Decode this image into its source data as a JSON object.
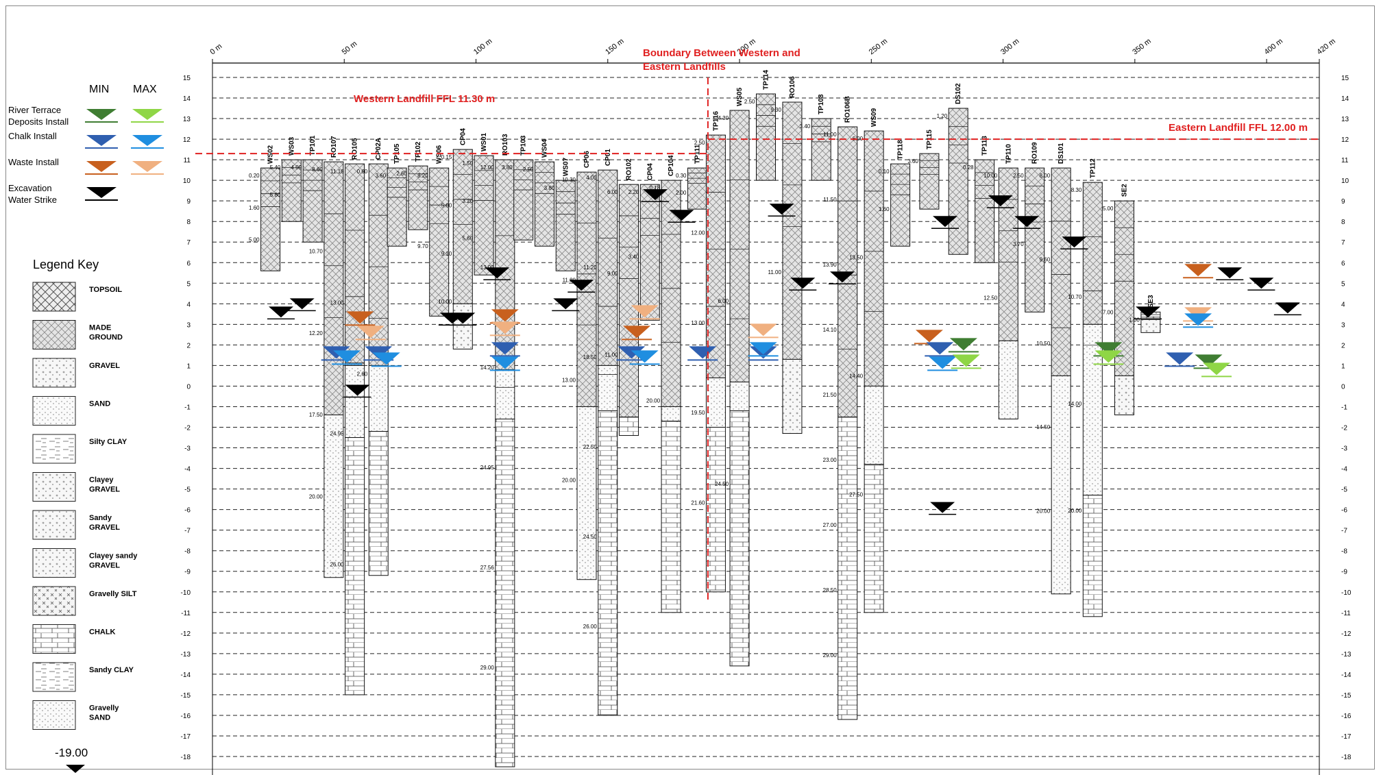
{
  "section": {
    "distance_ticks": [
      "0 m",
      "50 m",
      "100 m",
      "150 m",
      "200 m",
      "250 m",
      "300 m",
      "350 m",
      "400 m",
      "420 m"
    ],
    "distance_values": [
      0,
      50,
      100,
      150,
      200,
      250,
      300,
      350,
      400,
      420
    ],
    "elevation_max": 15,
    "elevation_min": -18,
    "x_range": [
      0,
      420
    ],
    "western_ffl": {
      "label": "Western Landfill FFL 11.30 m",
      "level": 11.3,
      "from": 0,
      "to": 188
    },
    "eastern_ffl": {
      "label": "Eastern Landfill FFL 12.00 m",
      "level": 12.0,
      "from": 188,
      "to": 420
    },
    "boundary": {
      "line1": "Boundary Between Western and",
      "line2": "Eastern Landfills",
      "x": 188,
      "top": 15,
      "bottom": -10.5
    },
    "colors": {
      "ffl": "#e02020",
      "grid": "#222222",
      "river_min": "#3f7d32",
      "river_max": "#8fd646",
      "chalk_min": "#2f5fb0",
      "chalk_max": "#1f8ee0",
      "waste_min": "#c8601e",
      "waste_max": "#f0b080"
    }
  },
  "install_legend": {
    "min_label": "MIN",
    "max_label": "MAX",
    "rows": [
      {
        "label_1": "River Terrace",
        "label_2": "Deposits Install",
        "min_color": "#3f7d32",
        "max_color": "#8fd646"
      },
      {
        "label_1": "Chalk Install",
        "label_2": "",
        "min_color": "#2f5fb0",
        "max_color": "#1f8ee0"
      },
      {
        "label_1": "Waste Install",
        "label_2": "",
        "min_color": "#c8601e",
        "max_color": "#f0b080"
      },
      {
        "label_1": "Excavation",
        "label_2": "Water Strike",
        "min_color": "#000000",
        "max_color": ""
      }
    ]
  },
  "legend_key": {
    "title": "Legend Key",
    "items": [
      {
        "label_1": "TOPSOIL",
        "label_2": "",
        "pattern": "topsoil"
      },
      {
        "label_1": "MADE",
        "label_2": "GROUND",
        "pattern": "made"
      },
      {
        "label_1": "GRAVEL",
        "label_2": "",
        "pattern": "gravel"
      },
      {
        "label_1": "SAND",
        "label_2": "",
        "pattern": "sand"
      },
      {
        "label_1": "Silty CLAY",
        "label_2": "",
        "pattern": "siltyclay"
      },
      {
        "label_1": "Clayey",
        "label_2": "GRAVEL",
        "pattern": "gravel"
      },
      {
        "label_1": "Sandy",
        "label_2": "GRAVEL",
        "pattern": "gravel"
      },
      {
        "label_1": "Clayey sandy",
        "label_2": "GRAVEL",
        "pattern": "gravel"
      },
      {
        "label_1": "Gravelly SILT",
        "label_2": "",
        "pattern": "silt"
      },
      {
        "label_1": "CHALK",
        "label_2": "",
        "pattern": "chalk"
      },
      {
        "label_1": "Sandy CLAY",
        "label_2": "",
        "pattern": "siltyclay"
      },
      {
        "label_1": "Gravelly",
        "label_2": "SAND",
        "pattern": "sand"
      }
    ],
    "bottom_note": "-19.00"
  },
  "boreholes": [
    {
      "name": "WS02",
      "x": 22,
      "top": 10.6,
      "layers": [
        [
          "made",
          5.6
        ]
      ],
      "depths": [
        "0.20",
        "1.60",
        "5.00"
      ]
    },
    {
      "name": "WS03",
      "x": 30,
      "top": 11.0,
      "layers": [
        [
          "made",
          8.0
        ]
      ],
      "depths": [
        "5.40",
        "5.80"
      ]
    },
    {
      "name": "TP101",
      "x": 38,
      "top": 11.0,
      "layers": [
        [
          "made",
          7.0
        ]
      ],
      "depths": [
        "4.00"
      ]
    },
    {
      "name": "RO107",
      "x": 46,
      "top": 10.9,
      "layers": [
        [
          "made",
          -1.4
        ],
        [
          "sand",
          -9.3
        ]
      ],
      "depths": [
        "8.60",
        "10.70",
        "12.20",
        "17.50",
        "20.00"
      ]
    },
    {
      "name": "RO105",
      "x": 54,
      "top": 10.8,
      "layers": [
        [
          "made",
          1.0
        ],
        [
          "sand",
          -2.5
        ],
        [
          "chalk",
          -15.0
        ]
      ],
      "depths": [
        "11.16",
        "13.00",
        "24.95",
        "26.00"
      ]
    },
    {
      "name": "CP02A",
      "x": 63,
      "top": 10.8,
      "layers": [
        [
          "made",
          1.0
        ],
        [
          "sand",
          -2.2
        ],
        [
          "chalk",
          -9.2
        ]
      ],
      "depths": [
        "0.60",
        "2.60"
      ]
    },
    {
      "name": "TP105",
      "x": 70,
      "top": 10.6,
      "layers": [
        [
          "made",
          6.8
        ]
      ],
      "depths": [
        "3.60"
      ]
    },
    {
      "name": "TP102",
      "x": 78,
      "top": 10.7,
      "layers": [
        [
          "made",
          7.6
        ]
      ],
      "depths": [
        "2.60"
      ]
    },
    {
      "name": "WS06",
      "x": 86,
      "top": 10.6,
      "layers": [
        [
          "made",
          3.4
        ]
      ],
      "depths": [
        "8.20",
        "9.70"
      ]
    },
    {
      "name": "CP04",
      "x": 95,
      "top": 11.5,
      "layers": [
        [
          "made",
          4.0
        ],
        [
          "gravel",
          1.8
        ]
      ],
      "depths": [
        "0.15",
        "5.00",
        "9.10",
        "10.00"
      ]
    },
    {
      "name": "WS01",
      "x": 103,
      "top": 11.2,
      "layers": [
        [
          "made",
          5.4
        ]
      ],
      "depths": [
        "1.50",
        "3.20",
        "5.60"
      ]
    },
    {
      "name": "RO103",
      "x": 111,
      "top": 11.0,
      "layers": [
        [
          "made",
          0.8
        ],
        [
          "sand",
          -1.6
        ],
        [
          "chalk",
          -18.5
        ]
      ],
      "depths": [
        "12.00",
        "13.00",
        "14.20",
        "24.95",
        "27.56",
        "29.00"
      ]
    },
    {
      "name": "TP103",
      "x": 118,
      "top": 11.0,
      "layers": [
        [
          "made",
          7.1
        ]
      ],
      "depths": [
        "3.80"
      ]
    },
    {
      "name": "WS04",
      "x": 126,
      "top": 10.9,
      "layers": [
        [
          "made",
          6.8
        ]
      ],
      "depths": [
        "2.50"
      ]
    },
    {
      "name": "WS07",
      "x": 134,
      "top": 10.0,
      "layers": [
        [
          "made",
          5.6
        ]
      ],
      "depths": [
        "3.80"
      ]
    },
    {
      "name": "CP06",
      "x": 142,
      "top": 10.4,
      "layers": [
        [
          "made",
          -1.0
        ],
        [
          "sand",
          -9.4
        ]
      ],
      "depths": [
        "10.30",
        "11.80",
        "13.00",
        "20.00"
      ]
    },
    {
      "name": "CP01",
      "x": 150,
      "top": 10.5,
      "layers": [
        [
          "made",
          1.0
        ],
        [
          "sand",
          -1.2
        ],
        [
          "chalk",
          -16.0
        ]
      ],
      "depths": [
        "4.00",
        "11.20",
        "18.50",
        "22.50",
        "24.50",
        "26.00"
      ]
    },
    {
      "name": "RO102",
      "x": 158,
      "top": 9.8,
      "layers": [
        [
          "made",
          -1.5
        ],
        [
          "chalk",
          -2.4
        ]
      ],
      "depths": [
        "6.00",
        "9.00",
        "11.00"
      ]
    },
    {
      "name": "CP04",
      "x": 166,
      "top": 9.8,
      "layers": [
        [
          "made",
          3.2
        ]
      ],
      "depths": [
        "2.20",
        "3.40"
      ]
    },
    {
      "name": "CP104",
      "x": 174,
      "top": 10.0,
      "layers": [
        [
          "made",
          -1.0
        ],
        [
          "sand",
          -1.7
        ],
        [
          "chalk",
          -11.0
        ]
      ],
      "depths": [
        "0.18",
        "20.00"
      ]
    },
    {
      "name": "TP111",
      "x": 184,
      "top": 10.6,
      "layers": [
        [
          "made",
          8.6
        ]
      ],
      "depths": [
        "0.30",
        "2.00"
      ]
    },
    {
      "name": "TP116",
      "x": 191,
      "top": 12.2,
      "layers": [
        [
          "made",
          0.4
        ],
        [
          "sand",
          -2.0
        ],
        [
          "chalk",
          -10.0
        ]
      ],
      "depths": [
        "2.50",
        "12.00",
        "13.00",
        "19.50",
        "21.60"
      ]
    },
    {
      "name": "WS05",
      "x": 200,
      "top": 13.4,
      "layers": [
        [
          "made",
          0.2
        ],
        [
          "sand",
          -1.2
        ],
        [
          "chalk",
          -13.6
        ]
      ],
      "depths": [
        "4.30",
        "6.00",
        "24.50"
      ]
    },
    {
      "name": "TP114",
      "x": 210,
      "top": 14.2,
      "layers": [
        [
          "made",
          10.0
        ]
      ],
      "depths": [
        "2.50"
      ]
    },
    {
      "name": "RO106",
      "x": 220,
      "top": 13.8,
      "layers": [
        [
          "made",
          1.3
        ],
        [
          "gravel",
          -2.3
        ]
      ],
      "depths": [
        "9.30",
        "11.00"
      ]
    },
    {
      "name": "TP108",
      "x": 231,
      "top": 13.0,
      "layers": [
        [
          "made",
          10.0
        ]
      ],
      "depths": [
        "3.40"
      ]
    },
    {
      "name": "RO106B",
      "x": 241,
      "top": 12.6,
      "layers": [
        [
          "made",
          -1.5
        ],
        [
          "chalk",
          -16.2
        ]
      ],
      "depths": [
        "11.00",
        "11.50",
        "13.90",
        "14.10",
        "21.50",
        "23.00",
        "27.00",
        "28.50",
        "29.00"
      ]
    },
    {
      "name": "WS09",
      "x": 251,
      "top": 12.4,
      "layers": [
        [
          "made",
          0.0
        ],
        [
          "sand",
          -3.8
        ],
        [
          "chalk",
          -11.0
        ]
      ],
      "depths": [
        "6.00",
        "13.50",
        "14.40",
        "27.50"
      ]
    },
    {
      "name": "TP118",
      "x": 261,
      "top": 10.8,
      "layers": [
        [
          "made",
          6.8
        ]
      ],
      "depths": [
        "0.10",
        "1.60"
      ]
    },
    {
      "name": "TP115",
      "x": 272,
      "top": 11.3,
      "layers": [
        [
          "made",
          8.6
        ]
      ],
      "depths": [
        "3.60"
      ]
    },
    {
      "name": "DS102",
      "x": 283,
      "top": 13.5,
      "layers": [
        [
          "made",
          6.4
        ]
      ],
      "depths": [
        "1.20"
      ]
    },
    {
      "name": "TP113",
      "x": 293,
      "top": 11.0,
      "layers": [
        [
          "made",
          6.0
        ]
      ],
      "depths": [
        "0.28"
      ]
    },
    {
      "name": "TP110",
      "x": 302,
      "top": 10.6,
      "layers": [
        [
          "made",
          2.2
        ],
        [
          "sand",
          -1.6
        ]
      ],
      "depths": [
        "10.00",
        "12.50"
      ]
    },
    {
      "name": "RO109",
      "x": 312,
      "top": 10.6,
      "layers": [
        [
          "made",
          3.6
        ]
      ],
      "depths": [
        "2.50",
        "3.70"
      ]
    },
    {
      "name": "DS101",
      "x": 322,
      "top": 10.6,
      "layers": [
        [
          "made",
          0.5
        ],
        [
          "sand",
          -10.1
        ]
      ],
      "depths": [
        "8.00",
        "9.60",
        "10.50",
        "14.50",
        "20.00"
      ]
    },
    {
      "name": "TP112",
      "x": 334,
      "top": 9.9,
      "layers": [
        [
          "made",
          3.0
        ],
        [
          "sand",
          -5.3
        ],
        [
          "chalk",
          -11.2
        ]
      ],
      "depths": [
        "8.30",
        "10.70",
        "14.00",
        "20.00"
      ]
    },
    {
      "name": "SE2",
      "x": 346,
      "top": 9.0,
      "layers": [
        [
          "made",
          0.5
        ],
        [
          "gravel",
          -1.4
        ]
      ],
      "depths": [
        "5.00",
        "7.00"
      ]
    },
    {
      "name": "SE3",
      "x": 356,
      "top": 3.6,
      "layers": [
        [
          "gravel",
          2.6
        ]
      ],
      "depths": [
        "1.00"
      ]
    }
  ],
  "install_markers": [
    {
      "x": 47,
      "level": 1.6,
      "kind": "chalk_min"
    },
    {
      "x": 51,
      "level": 1.4,
      "kind": "chalk_max"
    },
    {
      "x": 56,
      "level": 3.3,
      "kind": "waste_min"
    },
    {
      "x": 60,
      "level": 2.6,
      "kind": "waste_max"
    },
    {
      "x": 63,
      "level": 1.6,
      "kind": "chalk_min"
    },
    {
      "x": 66,
      "level": 1.3,
      "kind": "chalk_max"
    },
    {
      "x": 111,
      "level": 3.4,
      "kind": "waste_min"
    },
    {
      "x": 111,
      "level": 2.8,
      "kind": "waste_max"
    },
    {
      "x": 111,
      "level": 1.8,
      "kind": "chalk_min"
    },
    {
      "x": 111,
      "level": 1.1,
      "kind": "chalk_max"
    },
    {
      "x": 161,
      "level": 2.6,
      "kind": "waste_min"
    },
    {
      "x": 164,
      "level": 3.6,
      "kind": "waste_max"
    },
    {
      "x": 159,
      "level": 1.6,
      "kind": "chalk_min"
    },
    {
      "x": 164,
      "level": 1.4,
      "kind": "chalk_max"
    },
    {
      "x": 186,
      "level": 1.6,
      "kind": "chalk_min"
    },
    {
      "x": 209,
      "level": 2.7,
      "kind": "waste_max"
    },
    {
      "x": 209,
      "level": 1.6,
      "kind": "chalk_min"
    },
    {
      "x": 209,
      "level": 1.8,
      "kind": "chalk_max"
    },
    {
      "x": 272,
      "level": 2.4,
      "kind": "waste_min"
    },
    {
      "x": 276,
      "level": 1.8,
      "kind": "chalk_min"
    },
    {
      "x": 277,
      "level": 1.1,
      "kind": "chalk_max"
    },
    {
      "x": 285,
      "level": 2.0,
      "kind": "river_min"
    },
    {
      "x": 286,
      "level": 1.2,
      "kind": "river_max"
    },
    {
      "x": 340,
      "level": 1.8,
      "kind": "river_min"
    },
    {
      "x": 340,
      "level": 1.4,
      "kind": "river_max"
    },
    {
      "x": 367,
      "level": 1.3,
      "kind": "chalk_min"
    },
    {
      "x": 378,
      "level": 1.2,
      "kind": "river_min"
    },
    {
      "x": 381,
      "level": 0.8,
      "kind": "river_max"
    },
    {
      "x": 374,
      "level": 5.6,
      "kind": "waste_min"
    },
    {
      "x": 374,
      "level": 3.5,
      "kind": "waste_max"
    },
    {
      "x": 374,
      "level": 3.2,
      "kind": "chalk_max"
    }
  ],
  "water_strikes": [
    {
      "x": 26,
      "level": 3.6
    },
    {
      "x": 34,
      "level": 4.0
    },
    {
      "x": 55,
      "level": -0.2
    },
    {
      "x": 91,
      "level": 3.3
    },
    {
      "x": 95,
      "level": 3.3
    },
    {
      "x": 108,
      "level": 5.5
    },
    {
      "x": 134,
      "level": 4.0
    },
    {
      "x": 140,
      "level": 4.9
    },
    {
      "x": 168,
      "level": 9.3
    },
    {
      "x": 178,
      "level": 8.3
    },
    {
      "x": 216,
      "level": 8.6
    },
    {
      "x": 224,
      "level": 5.0
    },
    {
      "x": 239,
      "level": 5.3
    },
    {
      "x": 278,
      "level": 8.0
    },
    {
      "x": 299,
      "level": 9.0
    },
    {
      "x": 309,
      "level": 8.0
    },
    {
      "x": 327,
      "level": 7.0
    },
    {
      "x": 355,
      "level": 3.6
    },
    {
      "x": 386,
      "level": 5.5
    },
    {
      "x": 398,
      "level": 5.0
    },
    {
      "x": 408,
      "level": 3.8
    },
    {
      "x": 277,
      "level": -5.9
    }
  ]
}
